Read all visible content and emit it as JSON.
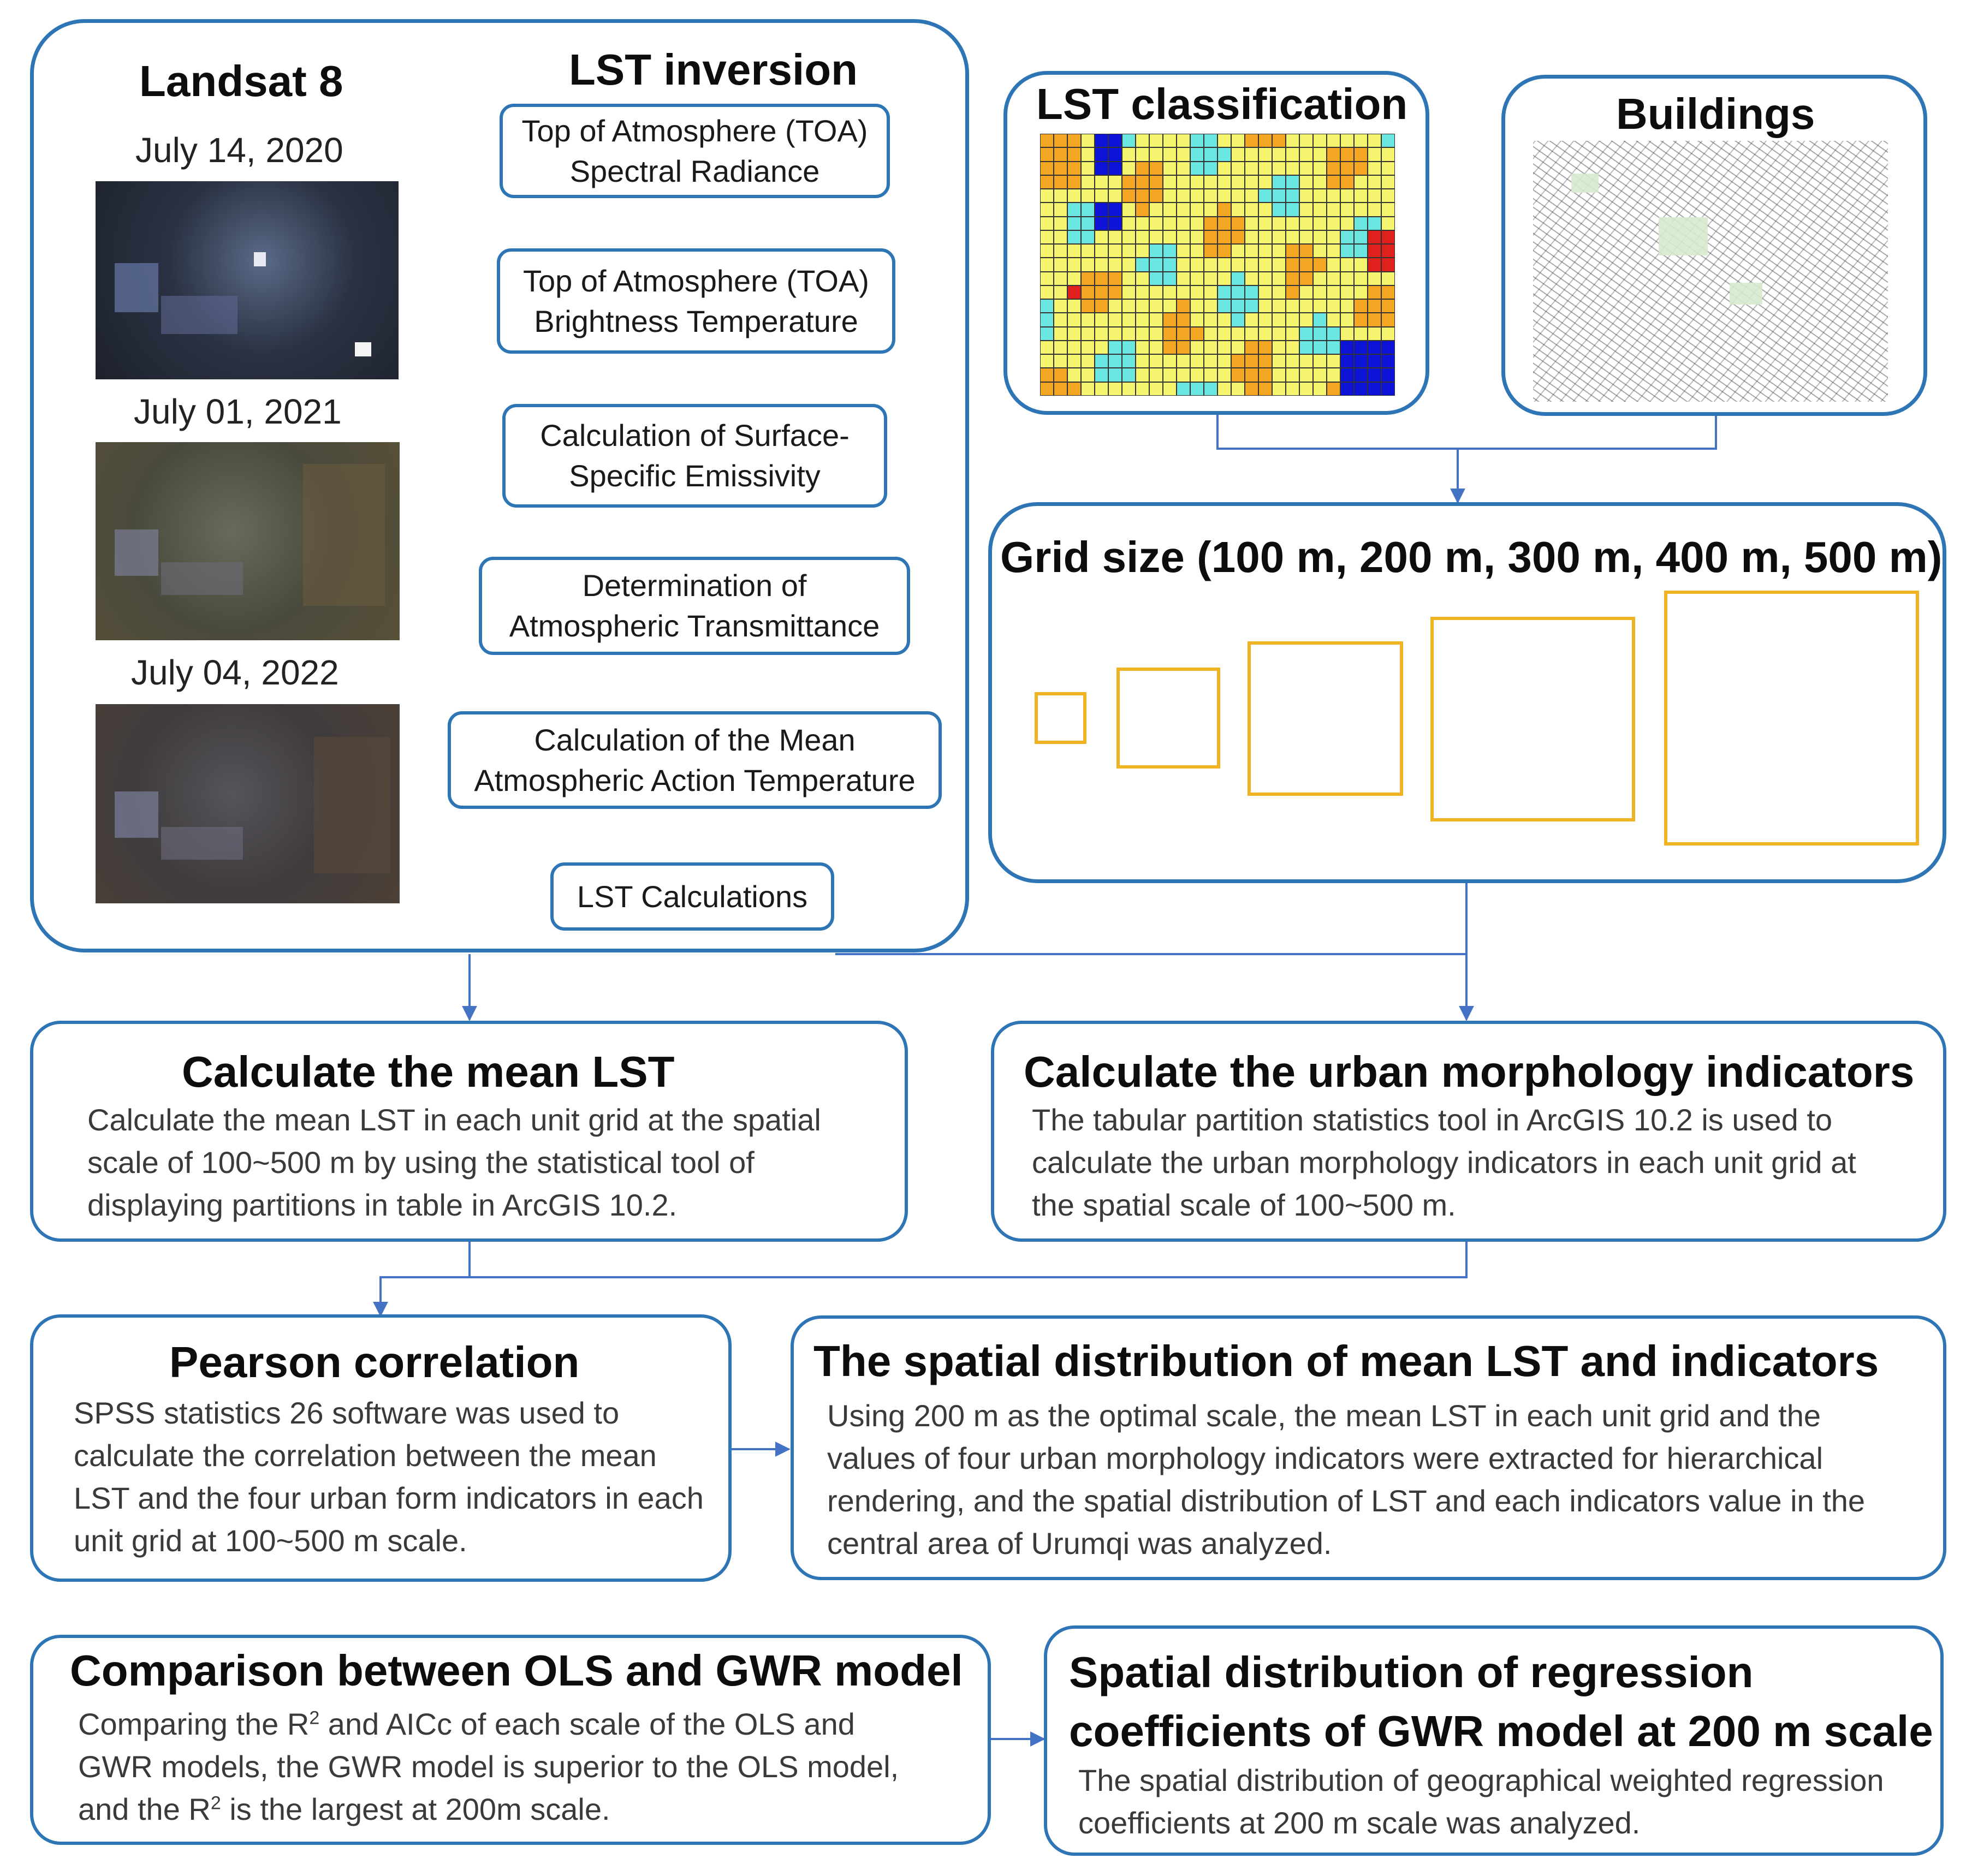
{
  "landsat": {
    "title": "Landsat 8",
    "dates": [
      "July 14, 2020",
      "July 01, 2021",
      "July 04, 2022"
    ]
  },
  "lst_inversion": {
    "title": "LST inversion",
    "steps": [
      [
        "Top of Atmosphere (TOA)",
        "Spectral Radiance"
      ],
      [
        "Top of Atmosphere (TOA)",
        "Brightness Temperature"
      ],
      [
        "Calculation of Surface-",
        "Specific Emissivity"
      ],
      [
        "Determination of",
        "Atmospheric Transmittance"
      ],
      [
        "Calculation of the Mean",
        "Atmospheric Action Temperature"
      ],
      [
        "LST Calculations"
      ]
    ]
  },
  "lst_classification": {
    "title": "LST classification"
  },
  "buildings": {
    "title": "Buildings"
  },
  "grid_size": {
    "title": "Grid size (100 m, 200 m, 300 m, 400 m, 500 m)"
  },
  "mean_lst": {
    "title": "Calculate the mean LST",
    "lines": [
      "Calculate the mean LST in each unit grid at the spatial",
      "scale of 100~500 m by using the statistical tool of",
      "displaying partitions in table in ArcGIS 10.2."
    ]
  },
  "morphology": {
    "title": "Calculate the urban morphology indicators",
    "lines": [
      "The tabular partition statistics tool in ArcGIS 10.2 is used to",
      "calculate the urban morphology indicators in each unit grid at",
      "the spatial scale of 100~500 m."
    ]
  },
  "pearson": {
    "title": "Pearson correlation",
    "lines": [
      "SPSS statistics 26 software was used to",
      "calculate the correlation between the mean",
      "LST and the four urban form indicators in each",
      "unit grid at 100~500 m scale."
    ]
  },
  "spatial_dist": {
    "title": "The spatial distribution of mean LST and indicators",
    "lines": [
      "Using 200 m as the optimal scale, the mean LST in each unit grid and the",
      "values of four urban morphology indicators were extracted for hierarchical",
      "rendering, and the spatial distribution of LST and each indicators value in the",
      "central area of Urumqi was analyzed."
    ]
  },
  "ols_gwr": {
    "title": "Comparison between OLS and GWR model",
    "line1_a": "Comparing the R",
    "sup": "2",
    "line1_b": " and AICc of each scale of the OLS and",
    "line2": "GWR models, the GWR model is superior to the OLS model,",
    "line3_a": "and the R",
    "line3_b": " is the largest at 200m scale."
  },
  "gwr_coeff": {
    "title_lines": [
      "Spatial distribution of regression",
      "coefficients of GWR model at 200 m scale"
    ],
    "lines": [
      "The spatial distribution of geographical weighted regression",
      "coefficients at 200 m scale was analyzed."
    ]
  },
  "colors": {
    "border": "#2e75b6",
    "arrow": "#4472c4",
    "grid_square": "#f0b323",
    "lst_palette": [
      "#f5f570",
      "#f5a623",
      "#6be6e0",
      "#0d14d8",
      "#e0201c"
    ]
  }
}
